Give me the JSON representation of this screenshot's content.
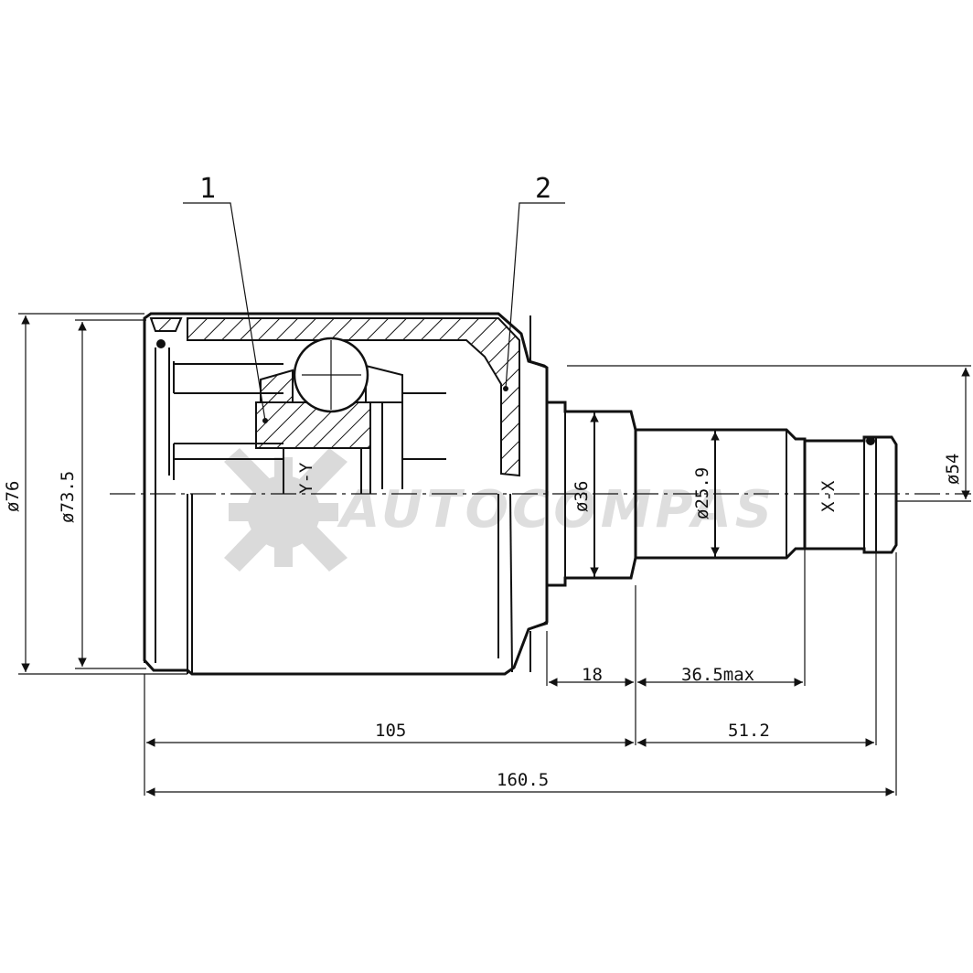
{
  "callouts": {
    "part1": "1",
    "part2": "2"
  },
  "section_labels": {
    "yy": "Y-Y",
    "xx": "X-X"
  },
  "dimensions": {
    "d76": "ø76",
    "d73_5": "ø73.5",
    "d36": "ø36",
    "d25_9": "ø25.9",
    "d54": "ø54",
    "len18": "18",
    "len36_5": "36.5max",
    "len105": "105",
    "len51_2": "51.2",
    "len160_5": "160.5"
  },
  "watermark": "AUTOCOMPAS"
}
